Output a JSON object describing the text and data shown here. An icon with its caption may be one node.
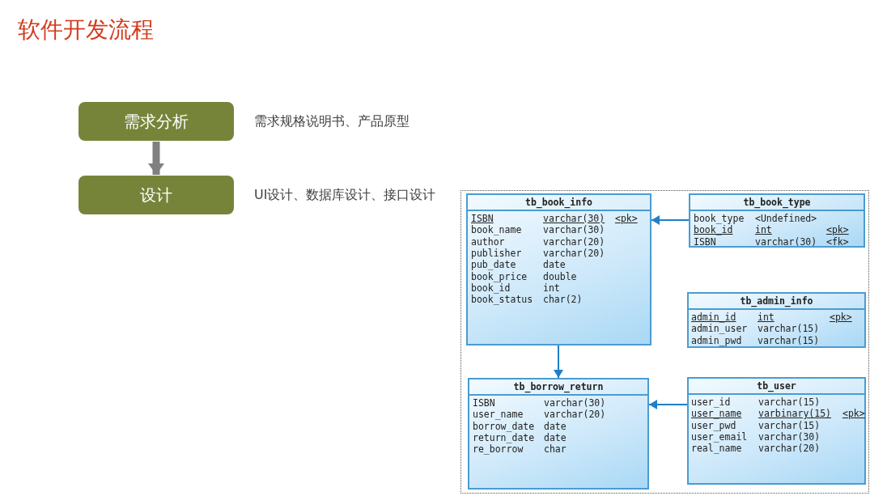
{
  "diagram": {
    "title": "软件开发流程",
    "nodes": [
      {
        "text": [
          "需求分析"
        ],
        "beside": [
          "需求规格说明书、产品原型"
        ]
      },
      {
        "text": [
          "设计"
        ],
        "beside": [
          "UI设计、数据库设计、接口设计"
        ]
      },
      {
        "text": [
          "tb_book_info",
          "ISBN",
          "varchar(30)",
          "<pk>",
          "book_name",
          "varchar(30)",
          "author",
          "varchar(20)",
          "publisher",
          "varchar(20)",
          "pub_date",
          "date",
          "book_price",
          "double",
          "book_id",
          "int",
          "book_status",
          "char(2)"
        ]
      },
      {
        "text": [
          "tb_book_type",
          "book_type",
          "<Undefined>",
          "book_id",
          "int",
          "<pk>",
          "ISBN",
          "varchar(30)",
          "<fk>"
        ]
      },
      {
        "text": [
          "tb_admin_info",
          "admin_id",
          "int",
          "<pk>",
          "admin_user",
          "varchar(15)",
          "admin_pwd",
          "varchar(15)"
        ]
      },
      {
        "text": [
          "tb_borrow_return",
          "ISBN",
          "varchar(30)",
          "user_name",
          "varchar(20)",
          "borrow_date",
          "date",
          "return_date",
          "date",
          "re_borrow",
          "char"
        ]
      },
      {
        "text": [
          "tb_user",
          "user_id",
          "varchar(15)",
          "user_name",
          "varbinary(15)",
          "<pk>",
          "user_pwd",
          "varchar(15)",
          "user_email",
          "varchar(30)",
          "real_name",
          "varchar(20)"
        ]
      }
    ],
    "edges": [
      {
        "from": 0,
        "to": 1,
        "arrow": "to",
        "style": "thick",
        "color": "#808080"
      },
      {
        "from": 3,
        "to": 2,
        "arrow": "to"
      },
      {
        "from": 2,
        "to": 5,
        "arrow": "to"
      },
      {
        "from": 6,
        "to": 5,
        "arrow": "to"
      }
    ]
  }
}
